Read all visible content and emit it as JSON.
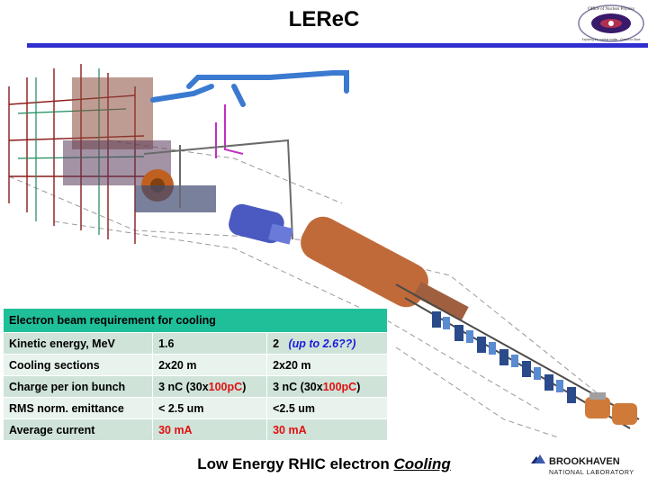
{
  "header": {
    "title": "LEReC"
  },
  "doe_logo": {
    "text_top": "Office of Nuclear Physics",
    "text_bottom": "Exploring the nuclear matter - Quarks to Stars"
  },
  "table": {
    "title": "Electron beam requirement for cooling",
    "rows": [
      {
        "label": "Kinetic energy, MeV",
        "v1": "1.6",
        "v2": "2",
        "v2_note": "(up to 2.6??)"
      },
      {
        "label": "Cooling sections",
        "v1": "2x20 m",
        "v2": "2x20 m"
      },
      {
        "label": "Charge per ion bunch",
        "v1_a": "3 nC  (30x",
        "v1_red": "100pC",
        "v1_b": ")",
        "v2_a": "3 nC (30x",
        "v2_red": "100pC",
        "v2_b": ")"
      },
      {
        "label": "RMS norm. emittance",
        "v1": "< 2.5 um",
        "v2": "<2.5 um"
      },
      {
        "label": "Average current",
        "v1": "30 mA",
        "v2": "30 mA"
      }
    ]
  },
  "footer": {
    "text": "Low Energy RHIC electron",
    "italic_word": "Cooling"
  },
  "bnl_logo": {
    "name": "BROOKHAVEN",
    "sub": "NATIONAL LABORATORY"
  },
  "colors": {
    "rule": "#2f2fd0",
    "table_header": "#1fbf9a",
    "highlight": "#e01010",
    "note": "#1a1ad8"
  }
}
